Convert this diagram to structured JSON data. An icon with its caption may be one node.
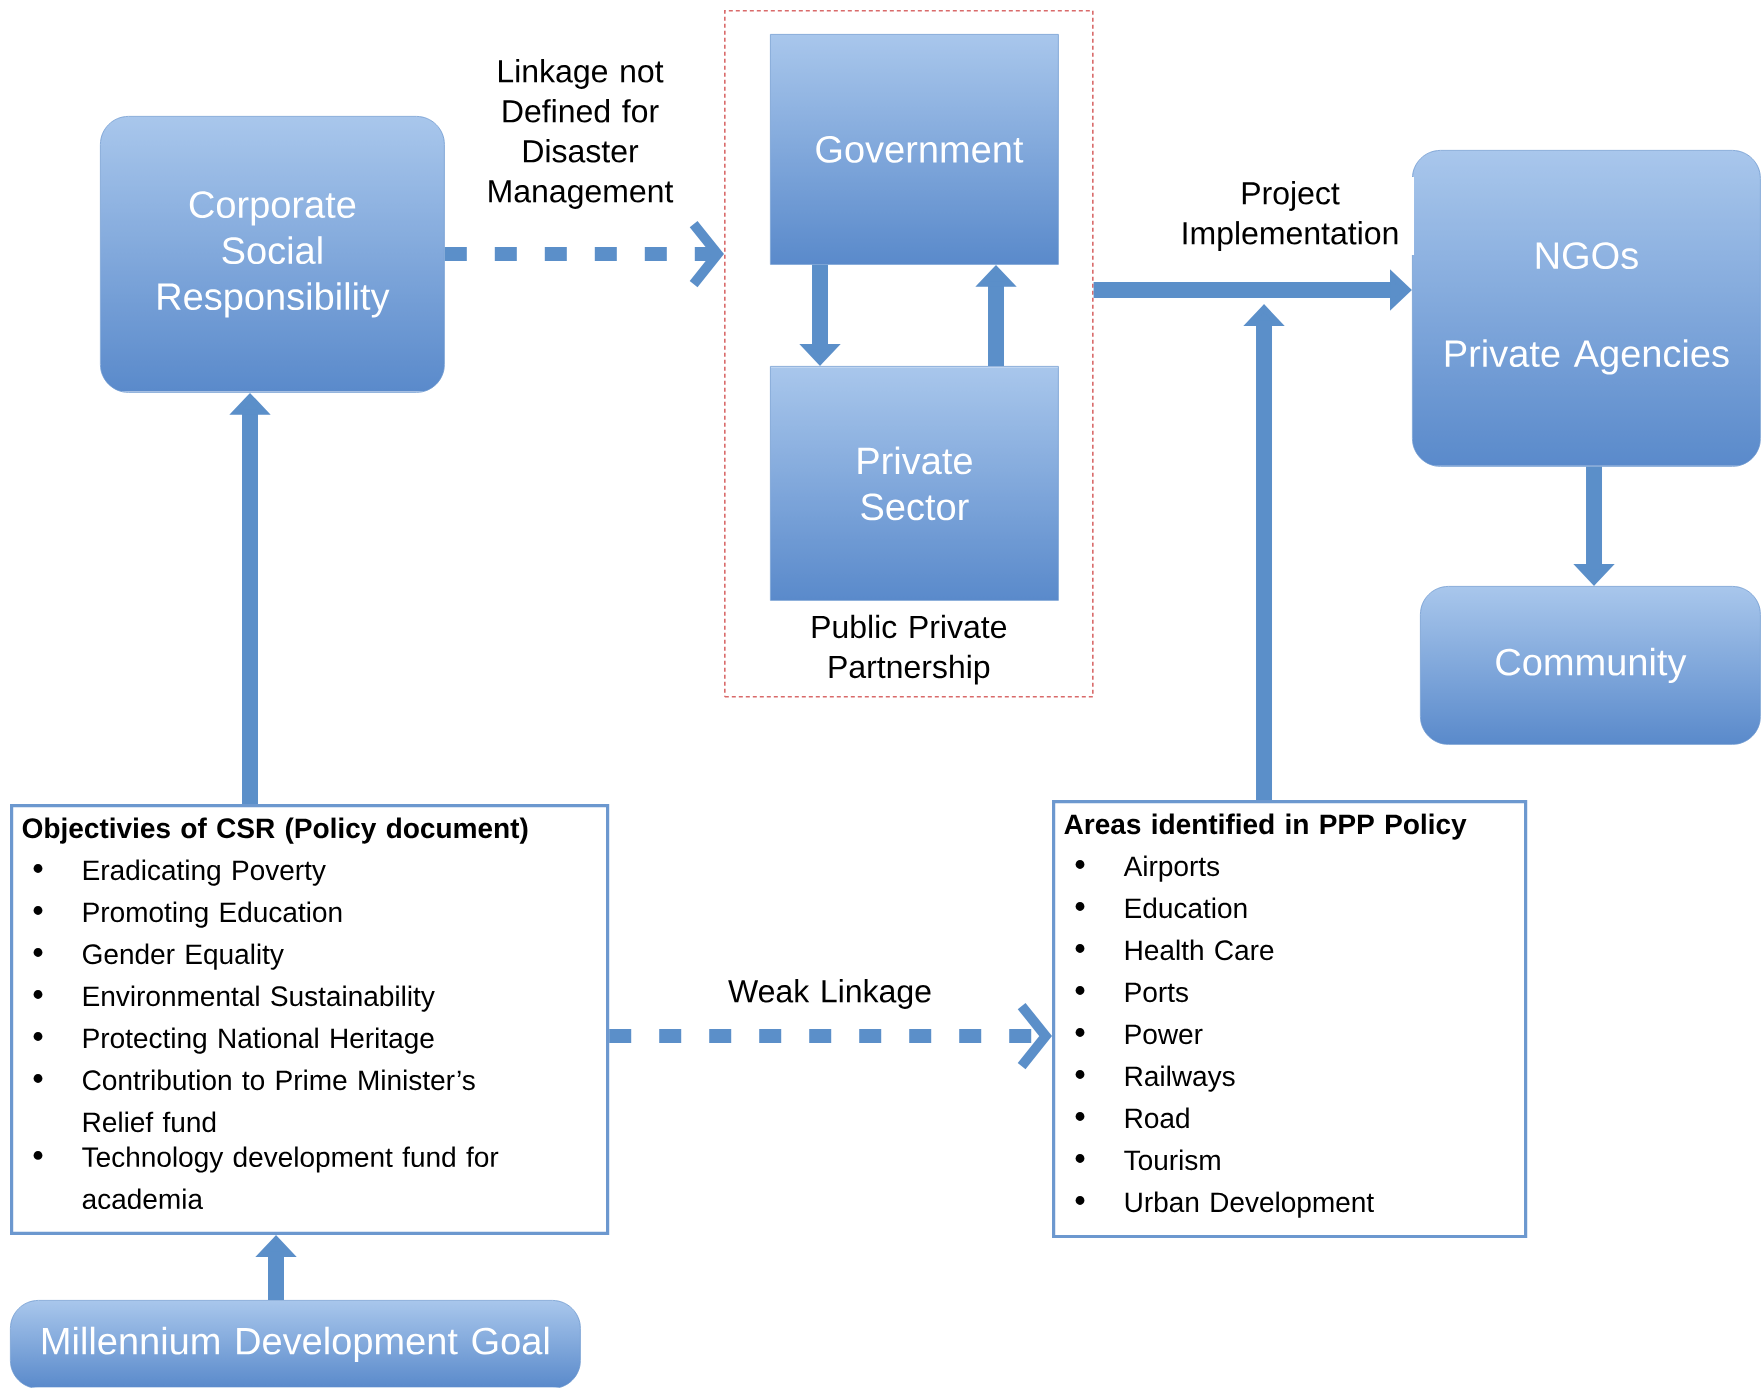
{
  "diagram": {
    "nodes": [
      {
        "text": [
          "Corporate Social Responsibility"
        ]
      },
      {
        "text": [
          "Public Private Partnership"
        ]
      },
      {
        "text": [
          "Government"
        ],
        "in": 1
      },
      {
        "text": [
          "Private Sector"
        ],
        "in": 1
      },
      {
        "text": [
          "NGOs",
          "Private Agencies"
        ]
      },
      {
        "text": [
          "Community"
        ]
      },
      {
        "text": [
          "Objectivies of CSR (Policy document)",
          "Eradicating Poverty",
          "Promoting Education",
          "Gender Equality",
          "Environmental Sustainability",
          "Protecting National Heritage",
          "Contribution to Prime Minister’s Relief fund",
          "Technology development fund for academia"
        ]
      },
      {
        "text": [
          "Areas identified in PPP Policy",
          "Airports",
          "Education",
          "Health Care",
          "Ports",
          "Power",
          "Railways",
          "Road",
          "Tourism",
          "Urban Development"
        ]
      },
      {
        "text": [
          "Millennium Development Goal"
        ]
      }
    ],
    "edges": [
      {
        "from": 0,
        "to": 1,
        "arrow": "to",
        "label": "Linkage not Defined for Disaster Management",
        "style": "dashed"
      },
      {
        "from": 2,
        "to": 3,
        "arrow": "to"
      },
      {
        "from": 3,
        "to": 2,
        "arrow": "to"
      },
      {
        "from": 1,
        "to": 4,
        "arrow": "to",
        "label": "Project Implementation"
      },
      {
        "from": 7,
        "to": null,
        "arrow": "to"
      },
      {
        "from": 4,
        "to": 5,
        "arrow": "to"
      },
      {
        "from": 6,
        "to": 0,
        "arrow": "to"
      },
      {
        "from": 8,
        "to": 6,
        "arrow": "to"
      },
      {
        "from": 6,
        "to": 7,
        "arrow": "to",
        "label": "Weak Linkage",
        "style": "dashed"
      }
    ]
  }
}
